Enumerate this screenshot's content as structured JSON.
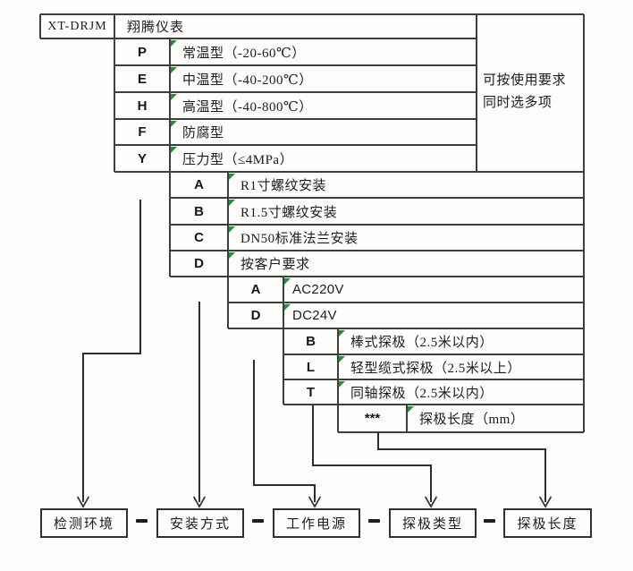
{
  "header": {
    "model": "XT-DRJM",
    "brand": "翔腾仪表"
  },
  "note": {
    "line1": "可按使用要求",
    "line2": "同时选多项"
  },
  "groups": {
    "environment": {
      "label": "检测环境",
      "rows": [
        {
          "code": "P",
          "desc": "常温型（-20-60℃）"
        },
        {
          "code": "E",
          "desc": "中温型（-40-200℃）"
        },
        {
          "code": "H",
          "desc": "高温型（-40-800℃）"
        },
        {
          "code": "F",
          "desc": "防腐型"
        },
        {
          "code": "Y",
          "desc": "压力型（≤4MPa）"
        }
      ]
    },
    "installation": {
      "label": "安装方式",
      "rows": [
        {
          "code": "A",
          "desc": "R1寸螺纹安装"
        },
        {
          "code": "B",
          "desc": "R1.5寸螺纹安装"
        },
        {
          "code": "C",
          "desc": "DN50标准法兰安装"
        },
        {
          "code": "D",
          "desc": "按客户要求"
        }
      ]
    },
    "power": {
      "label": "工作电源",
      "rows": [
        {
          "code": "A",
          "desc": "AC220V"
        },
        {
          "code": "D",
          "desc": "DC24V"
        }
      ]
    },
    "probe_type": {
      "label": "探极类型",
      "rows": [
        {
          "code": "B",
          "desc": "棒式探极（2.5米以内）"
        },
        {
          "code": "L",
          "desc": "轻型缆式探极（2.5米以上）"
        },
        {
          "code": "T",
          "desc": "同轴探极（2.5米以内）"
        }
      ]
    },
    "probe_length": {
      "label": "探极长度",
      "rows": [
        {
          "code": "***",
          "desc": "探极长度（mm）"
        }
      ]
    }
  },
  "separator": "—",
  "colors": {
    "grid_border": "#3e3e3e",
    "connector": "#2d2d2d",
    "text": "#1c1c1c",
    "corner_marker_green": "#2e8b3a"
  }
}
